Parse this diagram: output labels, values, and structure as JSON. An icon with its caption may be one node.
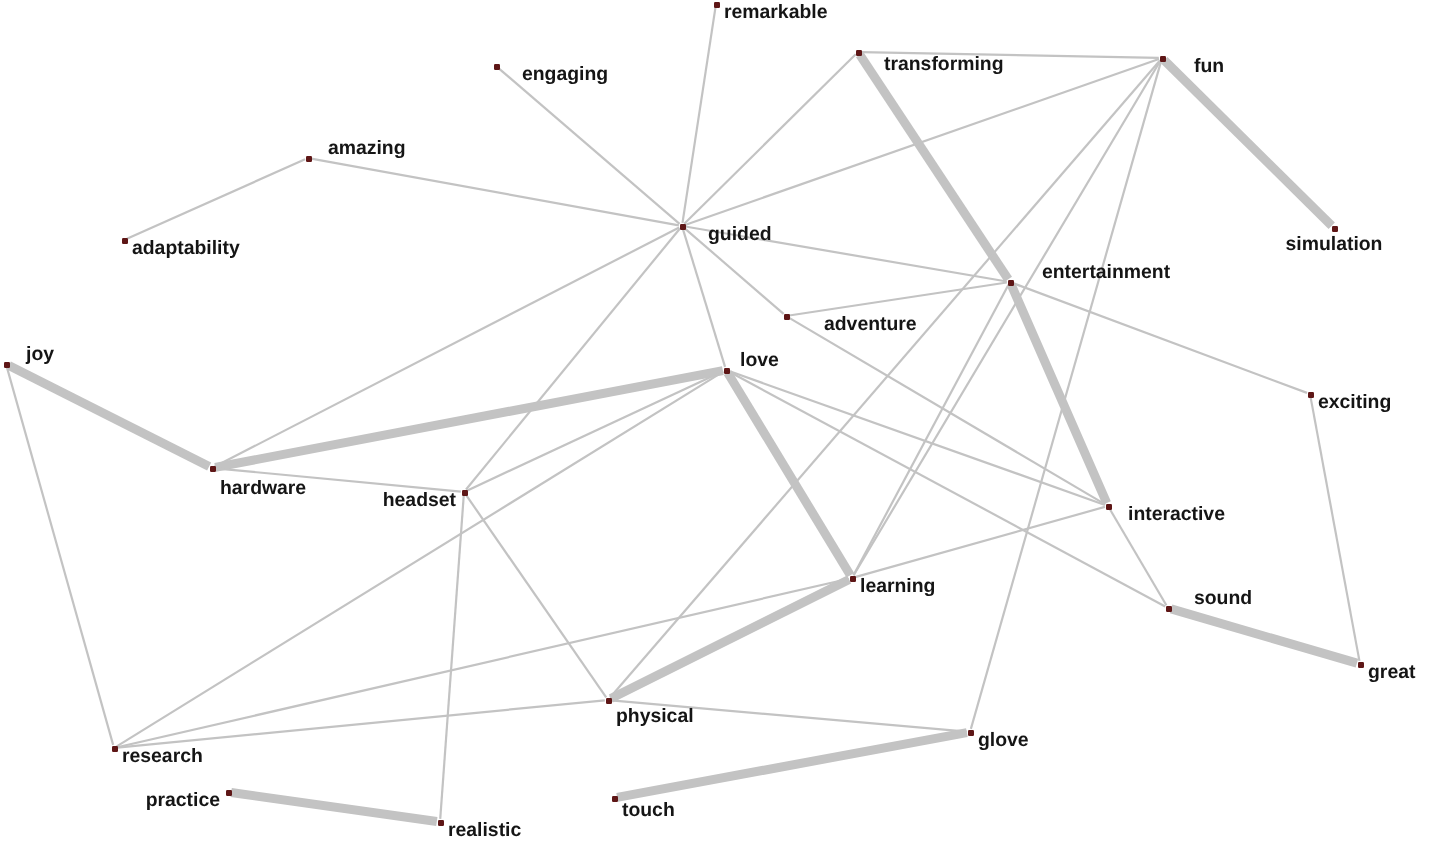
{
  "diagram": {
    "nodes": [
      {
        "text": [
          "remarkable"
        ]
      },
      {
        "text": [
          "engaging"
        ]
      },
      {
        "text": [
          "transforming"
        ]
      },
      {
        "text": [
          "fun"
        ]
      },
      {
        "text": [
          "amazing"
        ]
      },
      {
        "text": [
          "guided"
        ]
      },
      {
        "text": [
          "simulation"
        ]
      },
      {
        "text": [
          "adaptability"
        ]
      },
      {
        "text": [
          "entertainment"
        ]
      },
      {
        "text": [
          "adventure"
        ]
      },
      {
        "text": [
          "joy"
        ]
      },
      {
        "text": [
          "love"
        ]
      },
      {
        "text": [
          "exciting"
        ]
      },
      {
        "text": [
          "hardware"
        ]
      },
      {
        "text": [
          "headset"
        ]
      },
      {
        "text": [
          "interactive"
        ]
      },
      {
        "text": [
          "learning"
        ]
      },
      {
        "text": [
          "sound"
        ]
      },
      {
        "text": [
          "great"
        ]
      },
      {
        "text": [
          "physical"
        ]
      },
      {
        "text": [
          "glove"
        ]
      },
      {
        "text": [
          "research"
        ]
      },
      {
        "text": [
          "practice"
        ]
      },
      {
        "text": [
          "touch"
        ]
      },
      {
        "text": [
          "realistic"
        ]
      }
    ],
    "edges": [
      {
        "from": 7,
        "to": 4,
        "arrow": "none"
      },
      {
        "from": 4,
        "to": 5,
        "arrow": "none"
      },
      {
        "from": 1,
        "to": 5,
        "arrow": "none"
      },
      {
        "from": 0,
        "to": 5,
        "arrow": "none"
      },
      {
        "from": 5,
        "to": 2,
        "arrow": "none"
      },
      {
        "from": 5,
        "to": 3,
        "arrow": "none"
      },
      {
        "from": 5,
        "to": 8,
        "arrow": "none"
      },
      {
        "from": 5,
        "to": 9,
        "arrow": "none"
      },
      {
        "from": 5,
        "to": 11,
        "arrow": "none"
      },
      {
        "from": 5,
        "to": 13,
        "arrow": "none"
      },
      {
        "from": 5,
        "to": 14,
        "arrow": "none"
      },
      {
        "from": 2,
        "to": 3,
        "arrow": "none"
      },
      {
        "from": 2,
        "to": 8,
        "arrow": "none",
        "style": "thick"
      },
      {
        "from": 3,
        "to": 6,
        "arrow": "none",
        "style": "thick"
      },
      {
        "from": 3,
        "to": 19,
        "arrow": "none"
      },
      {
        "from": 3,
        "to": 16,
        "arrow": "none"
      },
      {
        "from": 3,
        "to": 20,
        "arrow": "none"
      },
      {
        "from": 9,
        "to": 8,
        "arrow": "none"
      },
      {
        "from": 8,
        "to": 12,
        "arrow": "none"
      },
      {
        "from": 8,
        "to": 15,
        "arrow": "none",
        "style": "thick"
      },
      {
        "from": 8,
        "to": 16,
        "arrow": "none"
      },
      {
        "from": 9,
        "to": 15,
        "arrow": "none"
      },
      {
        "from": 10,
        "to": 13,
        "arrow": "none",
        "style": "thick"
      },
      {
        "from": 10,
        "to": 21,
        "arrow": "none"
      },
      {
        "from": 13,
        "to": 11,
        "arrow": "none",
        "style": "thick"
      },
      {
        "from": 13,
        "to": 14,
        "arrow": "none"
      },
      {
        "from": 11,
        "to": 14,
        "arrow": "none"
      },
      {
        "from": 11,
        "to": 21,
        "arrow": "none"
      },
      {
        "from": 11,
        "to": 16,
        "arrow": "none",
        "style": "thick"
      },
      {
        "from": 11,
        "to": 15,
        "arrow": "none"
      },
      {
        "from": 11,
        "to": 17,
        "arrow": "none"
      },
      {
        "from": 12,
        "to": 18,
        "arrow": "none"
      },
      {
        "from": 14,
        "to": 24,
        "arrow": "none"
      },
      {
        "from": 14,
        "to": 19,
        "arrow": "none"
      },
      {
        "from": 15,
        "to": 16,
        "arrow": "none"
      },
      {
        "from": 15,
        "to": 17,
        "arrow": "none"
      },
      {
        "from": 17,
        "to": 18,
        "arrow": "none",
        "style": "thick"
      },
      {
        "from": 16,
        "to": 19,
        "arrow": "none",
        "style": "thick"
      },
      {
        "from": 16,
        "to": 21,
        "arrow": "none"
      },
      {
        "from": 19,
        "to": 20,
        "arrow": "none"
      },
      {
        "from": 19,
        "to": 21,
        "arrow": "none"
      },
      {
        "from": 23,
        "to": 20,
        "arrow": "none",
        "style": "thick"
      },
      {
        "from": 22,
        "to": 24,
        "arrow": "none",
        "style": "thick"
      }
    ]
  }
}
